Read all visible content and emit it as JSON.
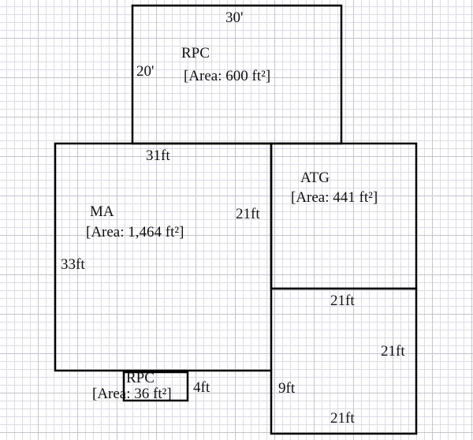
{
  "rooms": [
    {
      "id": "rpc-top",
      "name": "RPC",
      "area": "[Area: 600 ft²]",
      "dims": [
        "30'",
        "20'"
      ]
    },
    {
      "id": "ma",
      "name": "MA",
      "area": "[Area: 1,464 ft²]",
      "dims": [
        "31ft",
        "33ft",
        "21ft"
      ]
    },
    {
      "id": "atg",
      "name": "ATG",
      "area": "[Area: 441 ft²]",
      "dims": [
        "21ft"
      ]
    },
    {
      "id": "rpc-small",
      "name": "RPC",
      "area": "[Area: 36 ft²]",
      "dims": [
        "4ft"
      ]
    },
    {
      "id": "lower-right",
      "dims": [
        "21ft",
        "9ft",
        "21ft"
      ]
    }
  ]
}
